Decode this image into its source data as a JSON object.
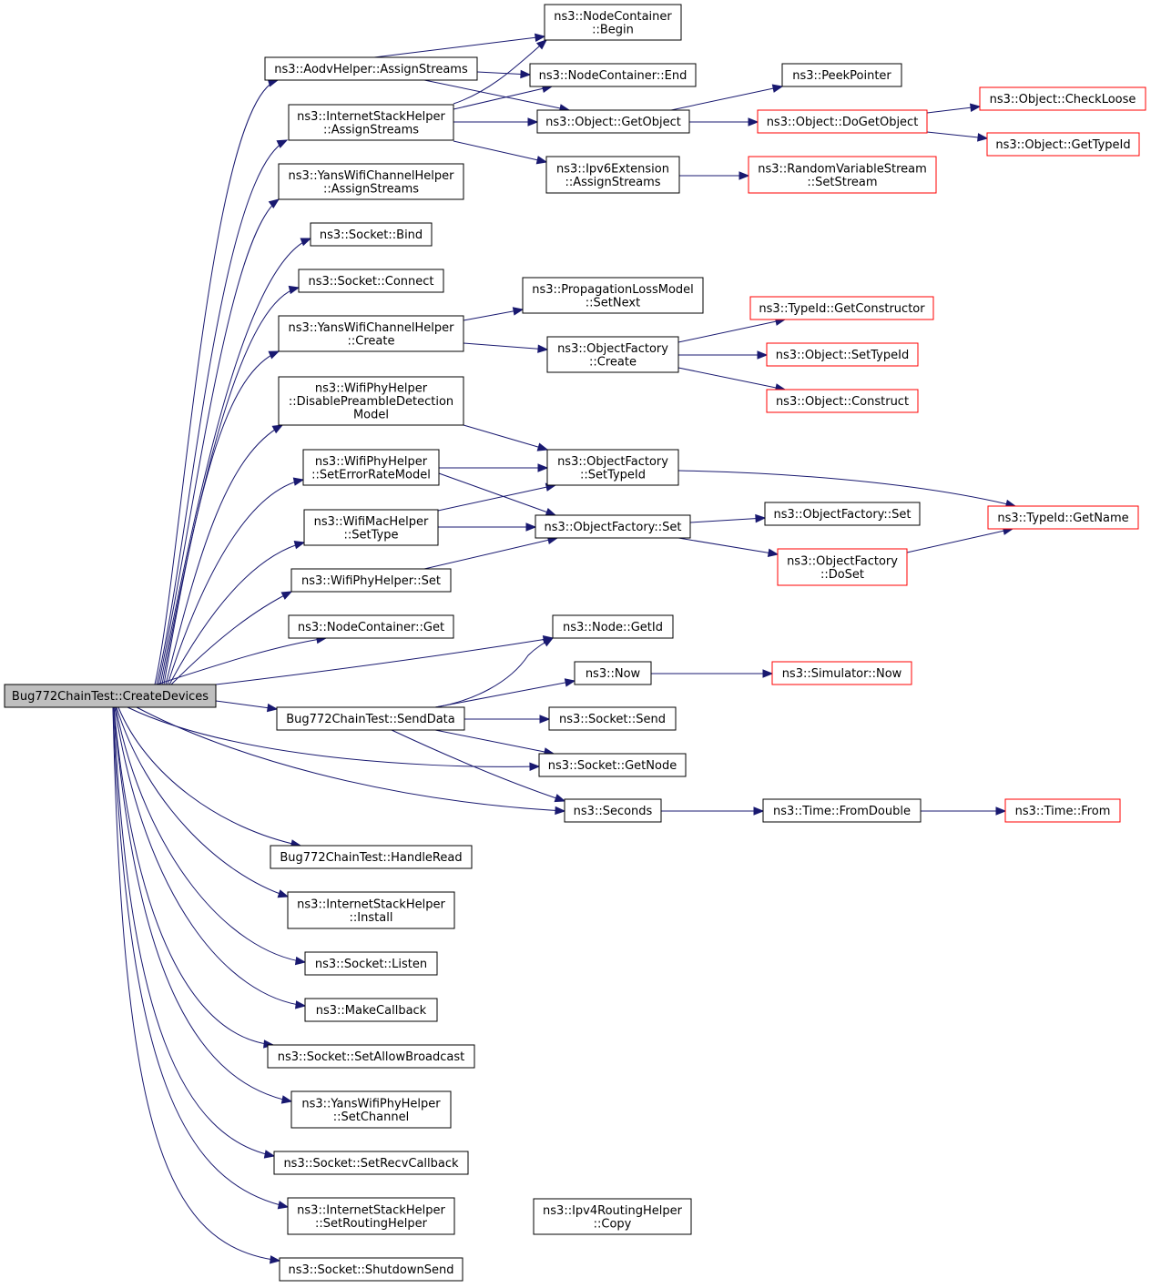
{
  "colors": {
    "edge": "#191970",
    "node_border": "#000000",
    "node_border_truncated": "#ff0000",
    "root_fill": "#bfbfbf",
    "node_fill": "#ffffff"
  },
  "nodes": {
    "root": [
      "Bug772ChainTest::CreateDevices"
    ],
    "aodv": [
      "ns3::AodvHelper::AssignStreams"
    ],
    "ish_as": [
      "ns3::InternetStackHelper",
      "::AssignStreams"
    ],
    "ywch_as": [
      "ns3::YansWifiChannelHelper",
      "::AssignStreams"
    ],
    "sock_bind": [
      "ns3::Socket::Bind"
    ],
    "sock_connect": [
      "ns3::Socket::Connect"
    ],
    "ywch_create": [
      "ns3::YansWifiChannelHelper",
      "::Create"
    ],
    "wph_dpdm": [
      "ns3::WifiPhyHelper",
      "::DisablePreambleDetection",
      "Model"
    ],
    "wph_serm": [
      "ns3::WifiPhyHelper",
      "::SetErrorRateModel"
    ],
    "wmh_settype": [
      "ns3::WifiMacHelper",
      "::SetType"
    ],
    "wph_set": [
      "ns3::WifiPhyHelper::Set"
    ],
    "nc_get": [
      "ns3::NodeContainer::Get"
    ],
    "senddata": [
      "Bug772ChainTest::SendData"
    ],
    "handleread": [
      "Bug772ChainTest::HandleRead"
    ],
    "ish_install": [
      "ns3::InternetStackHelper",
      "::Install"
    ],
    "sock_listen": [
      "ns3::Socket::Listen"
    ],
    "makecallback": [
      "ns3::MakeCallback"
    ],
    "sock_sab": [
      "ns3::Socket::SetAllowBroadcast"
    ],
    "ywph_setchannel": [
      "ns3::YansWifiPhyHelper",
      "::SetChannel"
    ],
    "sock_src": [
      "ns3::Socket::SetRecvCallback"
    ],
    "ish_srh": [
      "ns3::InternetStackHelper",
      "::SetRoutingHelper"
    ],
    "sock_shutdown": [
      "ns3::Socket::ShutdownSend"
    ],
    "nc_begin": [
      "ns3::NodeContainer",
      "::Begin"
    ],
    "nc_end": [
      "ns3::NodeContainer::End"
    ],
    "obj_getobject": [
      "ns3::Object::GetObject"
    ],
    "ipv6ext_as": [
      "ns3::Ipv6Extension",
      "::AssignStreams"
    ],
    "plm_setnext": [
      "ns3::PropagationLossModel",
      "::SetNext"
    ],
    "of_create": [
      "ns3::ObjectFactory",
      "::Create"
    ],
    "of_settypeid": [
      "ns3::ObjectFactory",
      "::SetTypeId"
    ],
    "of_set": [
      "ns3::ObjectFactory::Set"
    ],
    "node_getid": [
      "ns3::Node::GetId"
    ],
    "now": [
      "ns3::Now"
    ],
    "sock_send": [
      "ns3::Socket::Send"
    ],
    "sock_getnode": [
      "ns3::Socket::GetNode"
    ],
    "seconds": [
      "ns3::Seconds"
    ],
    "ipv4rh_copy": [
      "ns3::Ipv4RoutingHelper",
      "::Copy"
    ],
    "peekpointer": [
      "ns3::PeekPointer"
    ],
    "obj_dogetobject": [
      "ns3::Object::DoGetObject"
    ],
    "rvs_setstream": [
      "ns3::RandomVariableStream",
      "::SetStream"
    ],
    "tid_getctor": [
      "ns3::TypeId::GetConstructor"
    ],
    "obj_settypeid": [
      "ns3::Object::SetTypeId"
    ],
    "obj_construct": [
      "ns3::Object::Construct"
    ],
    "of_set2": [
      "ns3::ObjectFactory::Set"
    ],
    "of_doset": [
      "ns3::ObjectFactory",
      "::DoSet"
    ],
    "sim_now": [
      "ns3::Simulator::Now"
    ],
    "time_fromdouble": [
      "ns3::Time::FromDouble"
    ],
    "obj_checkloose": [
      "ns3::Object::CheckLoose"
    ],
    "obj_gettypeid": [
      "ns3::Object::GetTypeId"
    ],
    "tid_getname": [
      "ns3::TypeId::GetName"
    ],
    "time_from": [
      "ns3::Time::From"
    ]
  }
}
